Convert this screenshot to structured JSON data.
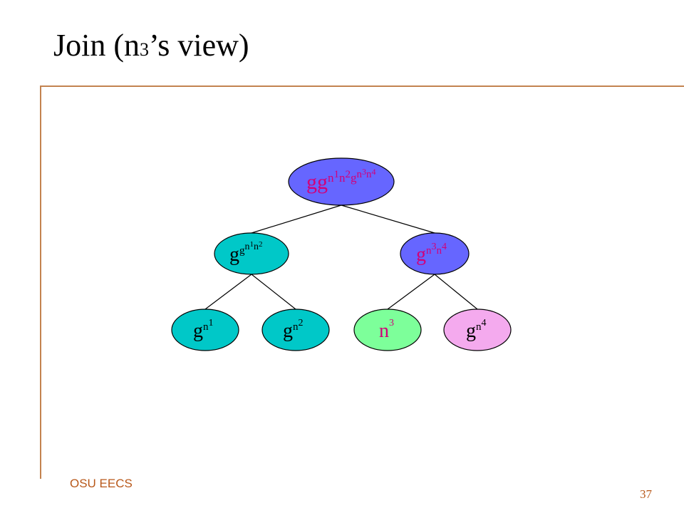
{
  "slide": {
    "title_pre": "Join (n",
    "title_sub": "3",
    "title_post": "’s view)",
    "footer": "OSU EECS",
    "page_number": "37"
  },
  "tree": {
    "colors": {
      "teal": "#00c8c8",
      "blue": "#6666ff",
      "green": "#7dff9a",
      "pink": "#f4aaee",
      "label_black": "#000000",
      "label_magenta": "#d10079"
    },
    "nodes": [
      {
        "id": "root",
        "fill": "blue",
        "ink": "label_magenta",
        "parts": [
          [
            "g",
            ""
          ],
          [
            "g",
            ""
          ],
          [
            "n",
            "s1"
          ],
          [
            "1",
            "s2"
          ],
          [
            "n",
            "s1"
          ],
          [
            "2",
            "s2"
          ],
          [
            "g",
            "s1"
          ],
          [
            "n",
            "s2"
          ],
          [
            "3",
            "s3"
          ],
          [
            "n",
            "s2"
          ],
          [
            "4",
            "s3"
          ]
        ]
      },
      {
        "id": "left-internal",
        "fill": "teal",
        "ink": "label_black",
        "parts": [
          [
            "g",
            ""
          ],
          [
            "g",
            "s1"
          ],
          [
            "n",
            "s2"
          ],
          [
            "1",
            "s3"
          ],
          [
            "n",
            "s2"
          ],
          [
            "2",
            "s3"
          ]
        ]
      },
      {
        "id": "right-internal",
        "fill": "blue",
        "ink": "label_magenta",
        "parts": [
          [
            "g",
            ""
          ],
          [
            "n",
            "s1"
          ],
          [
            "3",
            "s2"
          ],
          [
            "n",
            "s1"
          ],
          [
            "4",
            "s2"
          ]
        ]
      },
      {
        "id": "leaf-1",
        "fill": "teal",
        "ink": "label_black",
        "parts": [
          [
            "g",
            ""
          ],
          [
            "n",
            "s1"
          ],
          [
            "1",
            "s2"
          ]
        ]
      },
      {
        "id": "leaf-2",
        "fill": "teal",
        "ink": "label_black",
        "parts": [
          [
            "g",
            ""
          ],
          [
            "n",
            "s1"
          ],
          [
            "2",
            "s2"
          ]
        ]
      },
      {
        "id": "leaf-3",
        "fill": "green",
        "ink": "label_magenta",
        "parts": [
          [
            "n",
            ""
          ],
          [
            "3",
            "s2"
          ]
        ]
      },
      {
        "id": "leaf-4",
        "fill": "pink",
        "ink": "label_black",
        "parts": [
          [
            "g",
            ""
          ],
          [
            "n",
            "s1"
          ],
          [
            "4",
            "s2"
          ]
        ]
      }
    ],
    "edges": [
      [
        "root",
        "left-internal"
      ],
      [
        "root",
        "right-internal"
      ],
      [
        "left-internal",
        "leaf-1"
      ],
      [
        "left-internal",
        "leaf-2"
      ],
      [
        "right-internal",
        "leaf-3"
      ],
      [
        "right-internal",
        "leaf-4"
      ]
    ]
  }
}
